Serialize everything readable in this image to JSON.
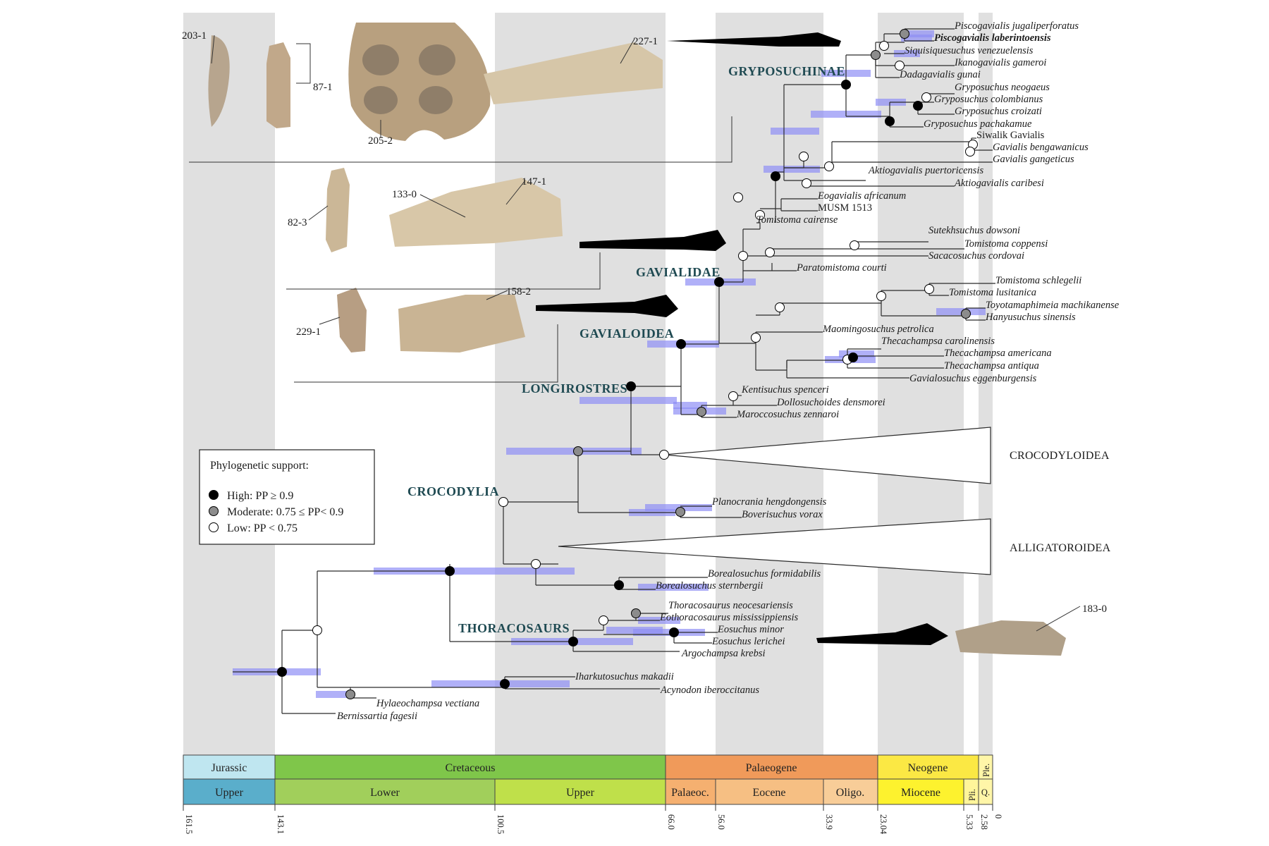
{
  "clades": {
    "gryposuchinae": "GRYPOSUCHINAE",
    "gavialidae": "GAVIALIDAE",
    "gavialoidea": "GAVIALOIDEA",
    "longirostres": "LONGIROSTRES",
    "crocodylia": "CROCODYLIA",
    "thoracosaurs": "THORACOSAURS",
    "crocodyloidea": "CROCODYLOIDEA",
    "alligatoroidea": "ALLIGATOROIDEA"
  },
  "taxa": {
    "t01": "Piscogavialis jugaliperforatus",
    "t02": "Piscogavialis laberintoensis",
    "t03": "Siquisiquesuchus venezuelensis",
    "t04": "Ikanogavialis gameroi",
    "t05": "Dadagavialis gunai",
    "t06": "Gryposuchus neogaeus",
    "t07": "Gryposuchus colombianus",
    "t08": "Gryposuchus croizati",
    "t09": "Gryposuchus pachakamue",
    "t10": "Siwalik Gavialis",
    "t11": "Gavialis bengawanicus",
    "t12": "Gavialis gangeticus",
    "t13": "Aktiogavialis puertoricensis",
    "t14": "Aktiogavialis caribesi",
    "t15": "Eogavialis africanum",
    "t16": "MUSM 1513",
    "t17": "Tomistoma cairense",
    "t18": "Sutekhsuchus dowsoni",
    "t19": "Tomistoma coppensi",
    "t20": "Sacacosuchus cordovai",
    "t21": "Paratomistoma courti",
    "t22": "Tomistoma schlegelii",
    "t23": "Tomistoma lusitanica",
    "t24": "Toyotamaphimeia machikanense",
    "t25": "Hanyusuchus sinensis",
    "t26": "Maomingosuchus petrolica",
    "t27": "Thecachampsa carolinensis",
    "t28": "Thecachampsa americana",
    "t29": "Thecachampsa antiqua",
    "t30": "Gavialosuchus eggenburgensis",
    "t31": "Kentisuchus spenceri",
    "t32": "Dollosuchoides densmorei",
    "t33": "Maroccosuchus zennaroi",
    "t34": "Planocrania hengdongensis",
    "t35": "Boverisuchus vorax",
    "t36": "Borealosuchus formidabilis",
    "t37": "Borealosuchus sternbergii",
    "t38": "Thoracosaurus neocesariensis",
    "t39": "Eothoracosaurus mississippiensis",
    "t40": "Eosuchus minor",
    "t41": "Eosuchus lerichei",
    "t42": "Argochampsa krebsi",
    "t43": "Iharkutosuchus makadii",
    "t44": "Acynodon iberoccitanus",
    "t45": "Hylaeochampsa vectiana",
    "t46": "Bernissartia fagesii"
  },
  "annotations": {
    "a1": "203-1",
    "a2": "87-1",
    "a3": "205-2",
    "a4": "227-1",
    "a5": "82-3",
    "a6": "133-0",
    "a7": "147-1",
    "a8": "229-1",
    "a9": "158-2",
    "a10": "183-0"
  },
  "legend": {
    "title": "Phylogenetic support:",
    "high": "High: PP ≥ 0.9",
    "moderate": "Moderate: 0.75 ≤ PP< 0.9",
    "low": "Low: PP < 0.75",
    "colors": {
      "high": "#000000",
      "moderate": "#8c8c8c",
      "low": "#ffffff"
    }
  },
  "timescale": {
    "periods": {
      "jurassic": "Jurassic",
      "cretaceous": "Cretaceous",
      "palaeogene": "Palaeogene",
      "neogene": "Neogene",
      "ple_top": "Ple."
    },
    "epochs": {
      "upper_j": "Upper",
      "lower_k": "Lower",
      "upper_k": "Upper",
      "palaeoc": "Palaeoc.",
      "eocene": "Eocene",
      "oligo": "Oligo.",
      "miocene": "Miocene",
      "pli": "Pli.",
      "q": "Q."
    },
    "ticks": [
      "161.5",
      "143.1",
      "100.5",
      "66.0",
      "56.0",
      "33.9",
      "23.04",
      "5.33",
      "2.58",
      "0"
    ],
    "colors": {
      "jurassic": "#bfe6f0",
      "upper_j": "#5aaecb",
      "cretaceous": "#7fc64a",
      "lower_k": "#a1cf5b",
      "upper_k": "#bfe04a",
      "palaeogene": "#f09a5a",
      "palaeoc": "#f5b070",
      "eocene": "#f6bf83",
      "oligo": "#f8cd98",
      "neogene": "#fbe844",
      "miocene": "#fdf22e",
      "pli": "#fff59a",
      "q": "#fff6a8"
    }
  }
}
